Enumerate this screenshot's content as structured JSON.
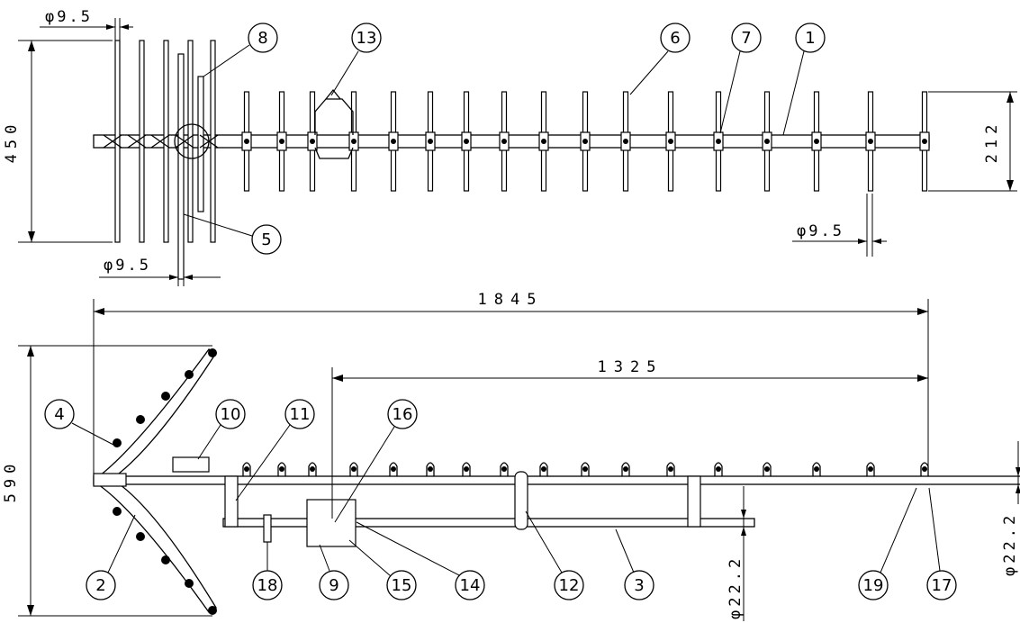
{
  "dimensions": {
    "top_left_phi": "φ9.5",
    "top_height": "450",
    "top_right_height": "212",
    "top_right_phi": "φ9.5",
    "top_bottom_phi": "φ9.5",
    "overall_length": "1845",
    "boom_length": "1325",
    "side_height": "590",
    "mast_phi_a": "φ22.2",
    "mast_phi_b": "φ22.2"
  },
  "callouts": {
    "c1": "1",
    "c2": "2",
    "c3": "3",
    "c4": "4",
    "c5": "5",
    "c6": "6",
    "c7": "7",
    "c8": "8",
    "c9": "9",
    "c10": "10",
    "c11": "11",
    "c12": "12",
    "c13": "13",
    "c14": "14",
    "c15": "15",
    "c16": "16",
    "c17": "17",
    "c18": "18",
    "c19": "19"
  }
}
